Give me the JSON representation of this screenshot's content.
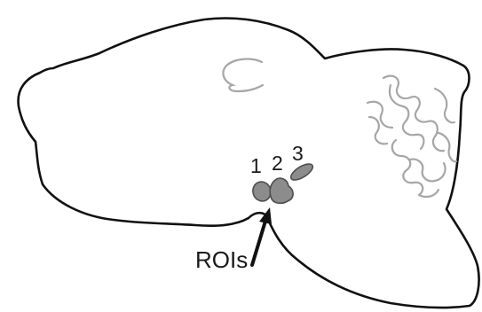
{
  "diagram": {
    "roi_labels": [
      "1",
      "2",
      "3"
    ],
    "pointer_label": "ROIs",
    "colors": {
      "outline": "#111111",
      "roi_fill": "#8c8c8c",
      "roi_stroke": "#4d4d4d",
      "inner_stroke": "#a6a6a6"
    }
  }
}
